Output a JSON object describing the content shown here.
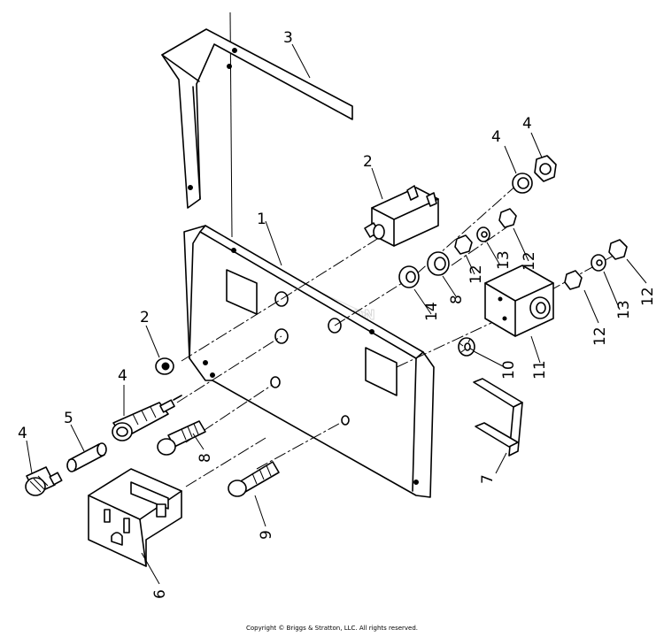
{
  "labels": {
    "l1": "1",
    "l2a": "2",
    "l2b": "2",
    "l3": "3",
    "l4a": "4",
    "l4b": "4",
    "l4c": "4",
    "l4d": "4",
    "l5": "5",
    "l6": "6",
    "l7": "7",
    "l8a": "8",
    "l8b": "8",
    "l9": "9",
    "l10": "10",
    "l11": "11",
    "l12a": "12",
    "l12b": "12",
    "l12c": "12",
    "l12d": "12",
    "l13a": "13",
    "l13b": "13",
    "l14": "14"
  },
  "watermark": "BRIGGS&STRATTON",
  "copyright": "Copyright © Briggs & Stratton, LLC. All rights reserved."
}
